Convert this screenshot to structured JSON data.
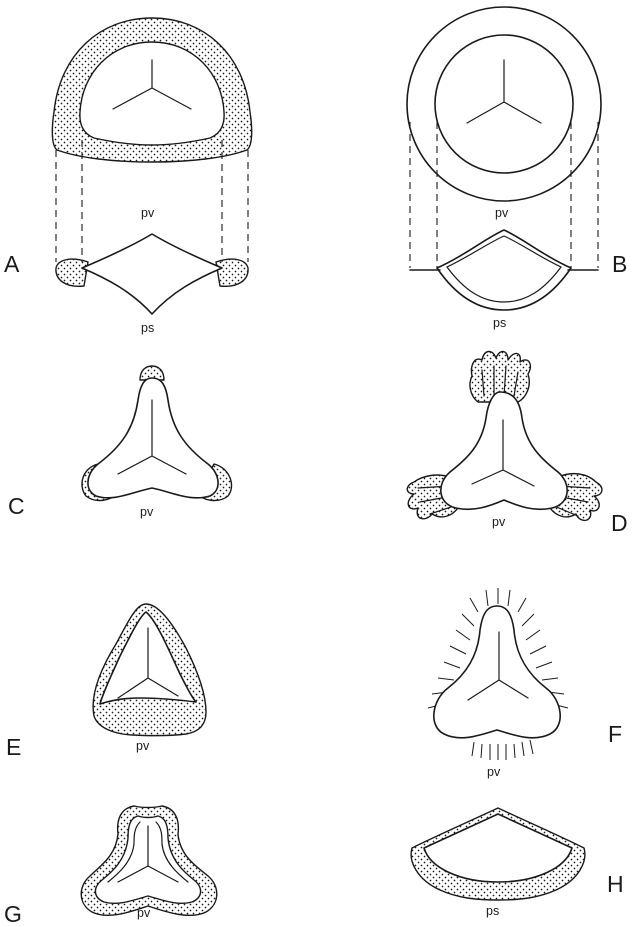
{
  "figures": [
    {
      "letter": "A",
      "labels": [
        "pv",
        "ps"
      ]
    },
    {
      "letter": "B",
      "labels": [
        "pv",
        "ps"
      ]
    },
    {
      "letter": "C",
      "labels": [
        "pv"
      ]
    },
    {
      "letter": "D",
      "labels": [
        "pv"
      ]
    },
    {
      "letter": "E",
      "labels": [
        "pv"
      ]
    },
    {
      "letter": "F",
      "labels": [
        "pv"
      ]
    },
    {
      "letter": "G",
      "labels": [
        "pv"
      ]
    },
    {
      "letter": "H",
      "labels": [
        "ps"
      ]
    }
  ],
  "colors": {
    "ink": "#1a1a1a",
    "paper": "#ffffff"
  }
}
